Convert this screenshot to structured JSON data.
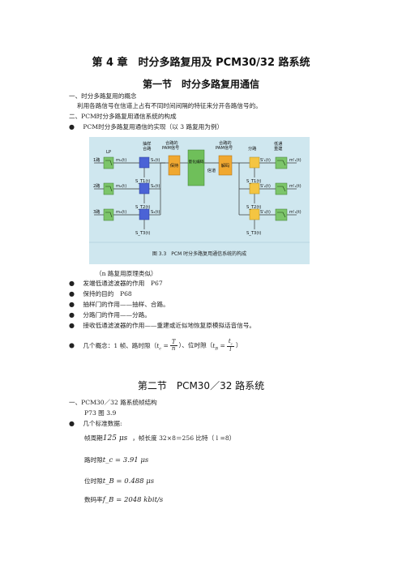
{
  "chapter_title": "第 4 章　时分多路复用及 PCM30/32 路系统",
  "section1": {
    "title": "第一节　时分多路复用通信",
    "item1": "一、时分多路复用的概念",
    "item1_text": "利用各路信号在信道上占有不同时间间隔的特征来分开各路信号的。",
    "item2": "二、PCM时分多路复用通信系统的构成",
    "bullet1": "PCM时分多路复用通信的实现（以 3 路复用为例）",
    "figure": {
      "labels": {
        "lp": "LP",
        "sampling": "抽样\n合路",
        "pam_merged": "合路的\nPAM信号",
        "hold": "保持",
        "quantize_encode": "量化编码",
        "channel": "信道",
        "decode": "解码",
        "pam_merged2": "合路的\nPAM信号",
        "split": "分路",
        "lowpass_rebuild": "低通\n重建",
        "ch1": "1路",
        "ch2": "2路",
        "ch3": "3路",
        "m1": "m₁(t)",
        "m2": "m₂(t)",
        "m3": "m₃(t)",
        "s1": "S₁(t)",
        "s2": "S₂(t)",
        "s3": "S₃(t)",
        "st1": "S_T1(t)",
        "st2": "S_T2(t)",
        "st3": "S_T3(t)",
        "sp1": "S'₁(t)",
        "sp2": "S'₂(t)",
        "sp3": "S'₃(t)",
        "mo1": "m'₁(t)",
        "mo2": "m'₂(t)",
        "mo3": "m'₃(t)"
      },
      "caption": "图 3.3　PCM 时分多路复用通信系统的构成"
    },
    "note": "（n 路复用原理类似）",
    "bullets": [
      "发端低通滤波器的作用　P67",
      "保持的目的　P68",
      "抽样门的作用——抽样、合路。",
      "分路门的作用——分路。",
      "接收低通滤波器的作用——重建或近似地恢复原模拟话音信号。"
    ],
    "concepts_prefix": "几个概念：1 帧、路时隙（",
    "concepts_mid": "）、位时隙（",
    "concepts_suffix": "）"
  },
  "section2": {
    "title": "第二节　PCM30／32 路系统",
    "item1": "一、PCM30／32 路系统帧结构",
    "ref": "P73 图 3.9",
    "bullet": "几个标准数据:",
    "frame_period_label": "帧周期",
    "frame_period_value": "125 μs",
    "frame_length_text": "，帧长度 32×8＝256 比特（ l =8）",
    "slot_label": "路时隙",
    "slot_value": "t_c = 3.91 μs",
    "bit_label": "位时隙",
    "bit_value": "t_B = 0.488 μs",
    "rate_label": "数码率",
    "rate_value": "f_B = 2048 kbit/s"
  }
}
